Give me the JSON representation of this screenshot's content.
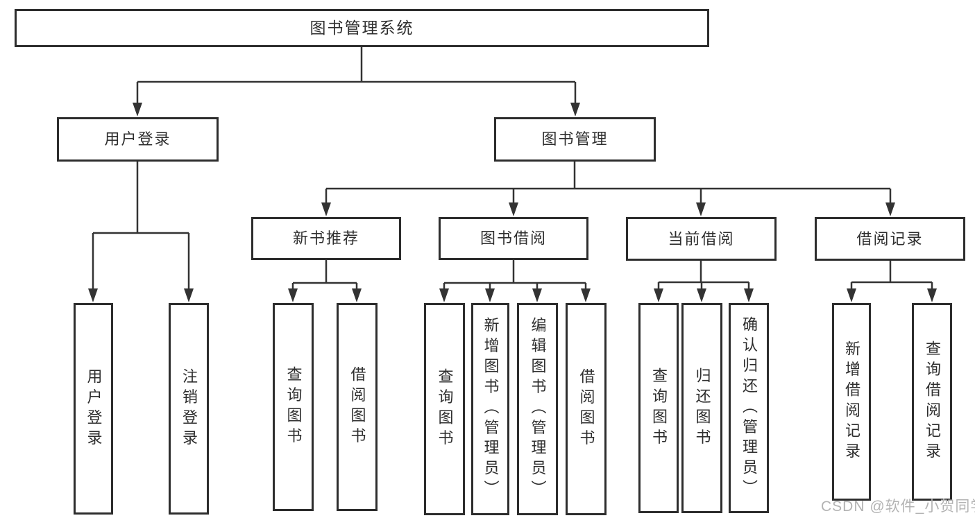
{
  "diagram": {
    "type": "tree",
    "title": "图书管理系统",
    "structure": {
      "图书管理系统": {
        "用户登录": [
          "用户登录",
          "注销登录"
        ],
        "图书管理": {
          "新书推荐": [
            "查询图书",
            "借阅图书"
          ],
          "图书借阅": [
            "查询图书",
            "新增图书（管理员）",
            "编辑图书（管理员）",
            "借阅图书"
          ],
          "当前借阅": [
            "查询图书",
            "归还图书",
            "确认归还（管理员）"
          ],
          "借阅记录": [
            "新增借阅记录",
            "查询借阅记录"
          ]
        }
      }
    }
  },
  "nodes": {
    "root": {
      "label": "图书管理系统"
    },
    "userLoginGroup": {
      "label": "用户登录"
    },
    "bookMgmtGroup": {
      "label": "图书管理"
    },
    "newBookRec": {
      "label": "新书推荐"
    },
    "bookBorrow": {
      "label": "图书借阅"
    },
    "currentBorrow": {
      "label": "当前借阅"
    },
    "borrowRecords": {
      "label": "借阅记录"
    },
    "userLogin": {
      "label": "用户登录"
    },
    "logout": {
      "label": "注销登录"
    },
    "queryBooksRec": {
      "label": "查询图书"
    },
    "borrowBooksRec": {
      "label": "借阅图书"
    },
    "queryBooksBorrow": {
      "label": "查询图书"
    },
    "addBooks": {
      "label": "新增图书（管理员）"
    },
    "editBooks": {
      "label": "编辑图书（管理员）"
    },
    "borrowBooks": {
      "label": "借阅图书"
    },
    "queryBooksCurrent": {
      "label": "查询图书"
    },
    "returnBooks": {
      "label": "归还图书"
    },
    "confirmReturn": {
      "label": "确认归还（管理员）"
    },
    "addBorrowRecord": {
      "label": "新增借阅记录"
    },
    "queryBorrowRecord": {
      "label": "查询借阅记录"
    }
  },
  "watermark": {
    "text": "CSDN @软件_小贺同学"
  },
  "colors": {
    "line": "#333333",
    "border": "#2d2d2d",
    "text": "#2e2e2e",
    "watermark": "#b3b3b3",
    "background": "#ffffff"
  }
}
